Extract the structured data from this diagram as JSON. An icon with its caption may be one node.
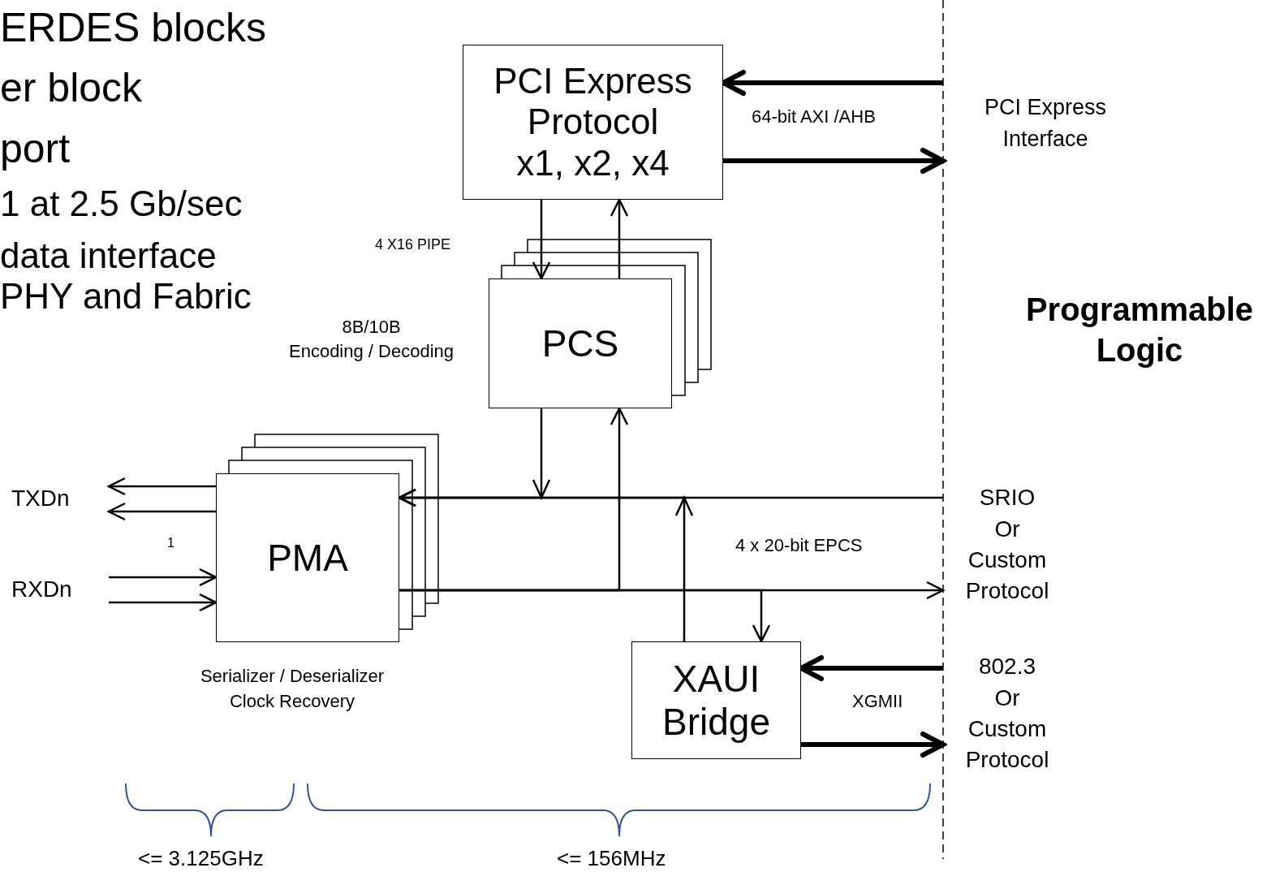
{
  "diagram": {
    "nodes": [
      {
        "text": [
          "PCI Express Protocol",
          "x1, x2, x4"
        ]
      },
      {
        "text": [
          "PCS"
        ],
        "beside": [
          "8B/10B",
          "Encoding / Decoding"
        ]
      },
      {
        "text": [
          "PMA"
        ],
        "beside": [
          "Serializer / Deserializer Clock Recovery"
        ]
      },
      {
        "text": [
          "XAUI Bridge"
        ]
      },
      {
        "text": [
          "TXDn"
        ]
      },
      {
        "text": [
          "RXDn"
        ]
      },
      {
        "text": [
          "PCI Express Interface"
        ]
      },
      {
        "text": [
          "SRIO Or Custom Protocol"
        ]
      },
      {
        "text": [
          "802.3 Or Custom Protocol"
        ]
      }
    ],
    "edges": [
      {
        "from": 6,
        "to": 0,
        "arrow": "to",
        "style": "thick"
      },
      {
        "from": 0,
        "to": 6,
        "arrow": "to",
        "style": "thick"
      },
      {
        "from": 0,
        "to": 1,
        "arrow": "to"
      },
      {
        "from": 1,
        "to": 0,
        "arrow": "to"
      },
      {
        "from": 1,
        "to": 2,
        "arrow": "to"
      },
      {
        "from": 7,
        "to": 2,
        "arrow": "to"
      },
      {
        "from": 3,
        "to": 2,
        "arrow": "to"
      },
      {
        "from": 2,
        "to": 1,
        "arrow": "to"
      },
      {
        "from": 2,
        "to": 7,
        "arrow": "to"
      },
      {
        "from": 2,
        "to": 3,
        "arrow": "to"
      },
      {
        "from": 8,
        "to": 3,
        "arrow": "to",
        "style": "thick"
      },
      {
        "from": 3,
        "to": 8,
        "arrow": "to",
        "style": "thick"
      },
      {
        "from": 2,
        "to": 4,
        "arrow": "to"
      },
      {
        "from": 2,
        "to": 4,
        "arrow": "to"
      },
      {
        "from": 5,
        "to": 2,
        "arrow": "to"
      },
      {
        "from": 5,
        "to": 2,
        "arrow": "to"
      }
    ],
    "labels": [
      "ERDES blocks",
      "er block",
      "port",
      "1 at 2.5 Gb/sec",
      "data interface",
      "PHY and Fabric",
      "64-bit AXI /AHB",
      "4 X16 PIPE",
      "Programmable Logic",
      "1",
      "4 x 20-bit EPCS",
      "XGMII",
      "<= 3.125GHz",
      "<= 156MHz"
    ]
  }
}
